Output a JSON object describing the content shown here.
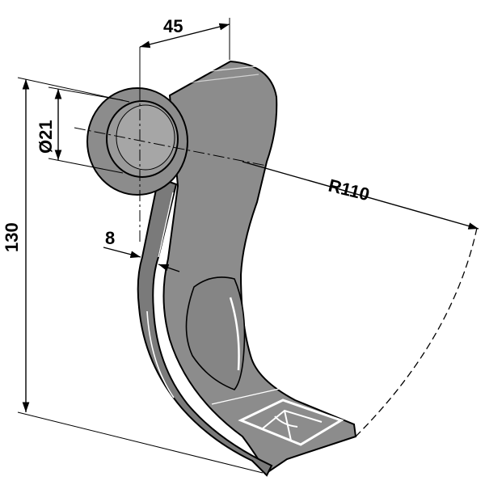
{
  "drawing": {
    "subject": "flail hammer blade",
    "part_color": "#8c8c8c",
    "edge_color": "#000000",
    "highlight_color": "#ffffff",
    "dimensions": {
      "width": "45",
      "bore": "Ø21",
      "height": "130",
      "thickness": "8",
      "radius": "R110"
    }
  }
}
